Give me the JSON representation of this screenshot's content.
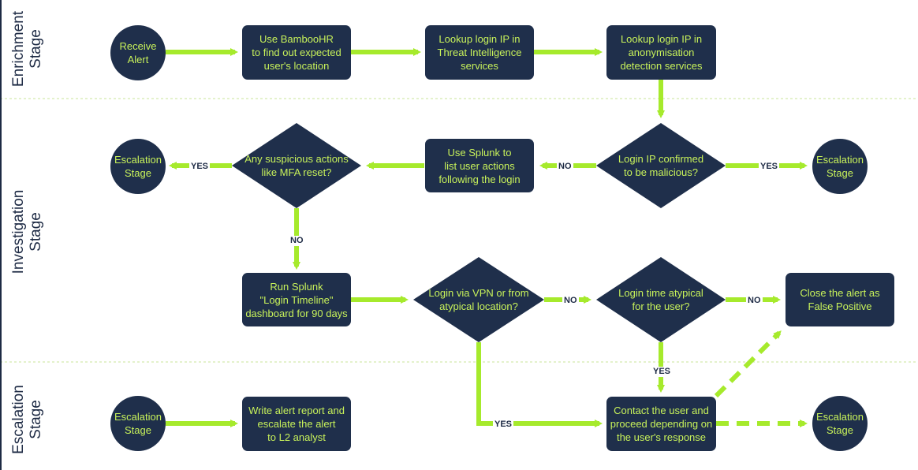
{
  "lanes": [
    {
      "line1": "Enrichment",
      "line2": "Stage"
    },
    {
      "line1": "Investigation",
      "line2": "Stage"
    },
    {
      "line1": "Escalation",
      "line2": "Stage"
    }
  ],
  "nodes": {
    "receive_alert": "Receive\nAlert",
    "bamboohr": "Use BambooHR\nto find out expected\nuser's location",
    "threat_intel": "Lookup login IP in\nThreat Intelligence\nservices",
    "anonymisation": "Lookup login IP in\nanonymisation\ndetection services",
    "login_ip_malicious": "Login IP confirmed\nto be malicious?",
    "escalation_right": "Escalation\nStage",
    "splunk_actions": "Use Splunk to\nlist user actions\nfollowing the login",
    "suspicious_actions": "Any suspicious actions\nlike MFA reset?",
    "escalation_left": "Escalation\nStage",
    "login_timeline": "Run Splunk\n\"Login Timeline\"\ndashboard for 90 days",
    "vpn_location": "Login via VPN or from\natypical location?",
    "time_atypical": "Login time atypical\nfor the user?",
    "close_false_positive": "Close the alert as\nFalse Positive",
    "contact_user": "Contact the user and\nproceed depending on\nthe user's response",
    "escalation_bottom_left": "Escalation\nStage",
    "write_report": "Write alert report and\nescalate the alert\nto L2 analyst",
    "escalation_bottom_right": "Escalation\nStage"
  },
  "edge_labels": {
    "ip_malicious_no": "NO",
    "ip_malicious_yes": "YES",
    "suspicious_yes": "YES",
    "suspicious_no": "NO",
    "vpn_no": "NO",
    "time_no": "NO",
    "time_yes": "YES",
    "vpn_yes": "YES"
  },
  "colors": {
    "node_fill": "#1f2f4b",
    "node_text": "#c8f25a",
    "arrow": "#a6ea2c",
    "lane_divider": "#c8e69a",
    "label_text": "#1d2a44"
  }
}
